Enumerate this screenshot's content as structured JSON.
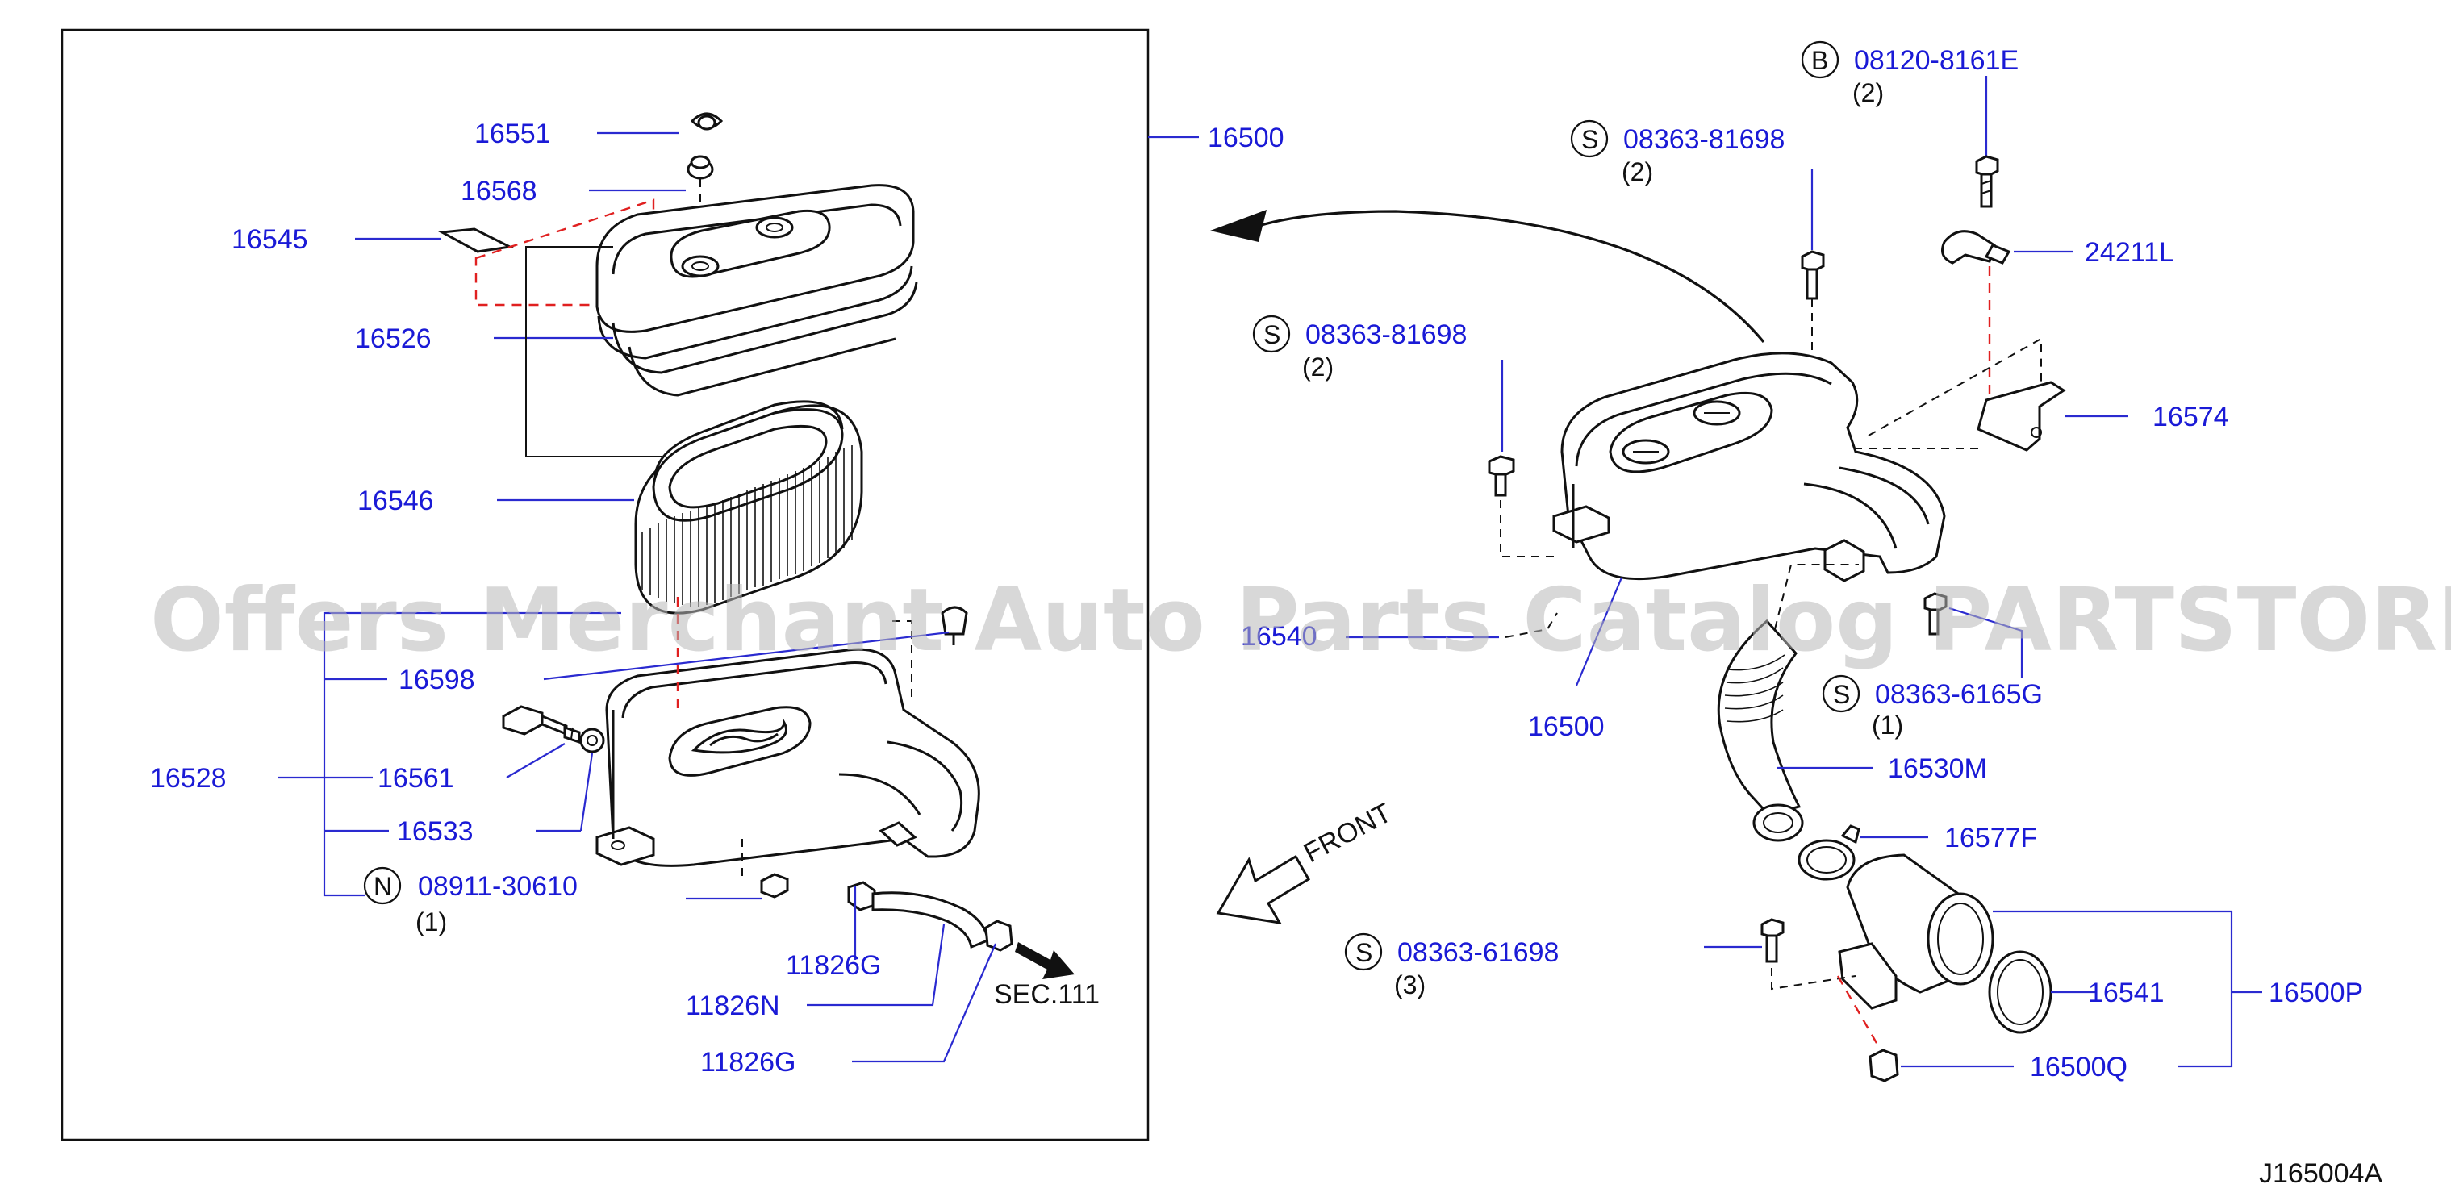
{
  "diagram_id": "J165004A",
  "watermark": "Offers Merchant Auto Parts Catalog PARTSTORE.SA",
  "colors": {
    "part_number": "#1a1ad6",
    "leader": "#2a2ad0",
    "highlight_dash": "#e02020",
    "line": "#111111"
  },
  "left_box": {
    "assembly_label": "16500",
    "labels": {
      "p16551": "16551",
      "p16568": "16568",
      "p16545": "16545",
      "p16526": "16526",
      "p16546": "16546",
      "p16598": "16598",
      "p16528": "16528",
      "p16561": "16561",
      "p16533": "16533",
      "n_code": "N",
      "n_part": "08911-30610",
      "n_qty": "(1)",
      "p11826g_a": "11826G",
      "p11826n": "11826N",
      "p11826g_b": "11826G",
      "sec": "SEC.111"
    }
  },
  "right": {
    "labels": {
      "b_code": "B",
      "b_part": "08120-8161E",
      "b_qty": "(2)",
      "s1_code": "S",
      "s1_part": "08363-81698",
      "s1_qty": "(2)",
      "p24211l": "24211L",
      "s2_code": "S",
      "s2_part": "08363-81698",
      "s2_qty": "(2)",
      "p16574": "16574",
      "partial_label": "16540",
      "p16500": "16500",
      "s3_code": "S",
      "s3_part": "08363-6165G",
      "s3_qty": "(1)",
      "p16530m": "16530M",
      "p16577f": "16577F",
      "front": "FRONT",
      "s4_code": "S",
      "s4_part": "08363-61698",
      "s4_qty": "(3)",
      "p16541": "16541",
      "p16500p": "16500P",
      "p16500q": "16500Q"
    }
  }
}
